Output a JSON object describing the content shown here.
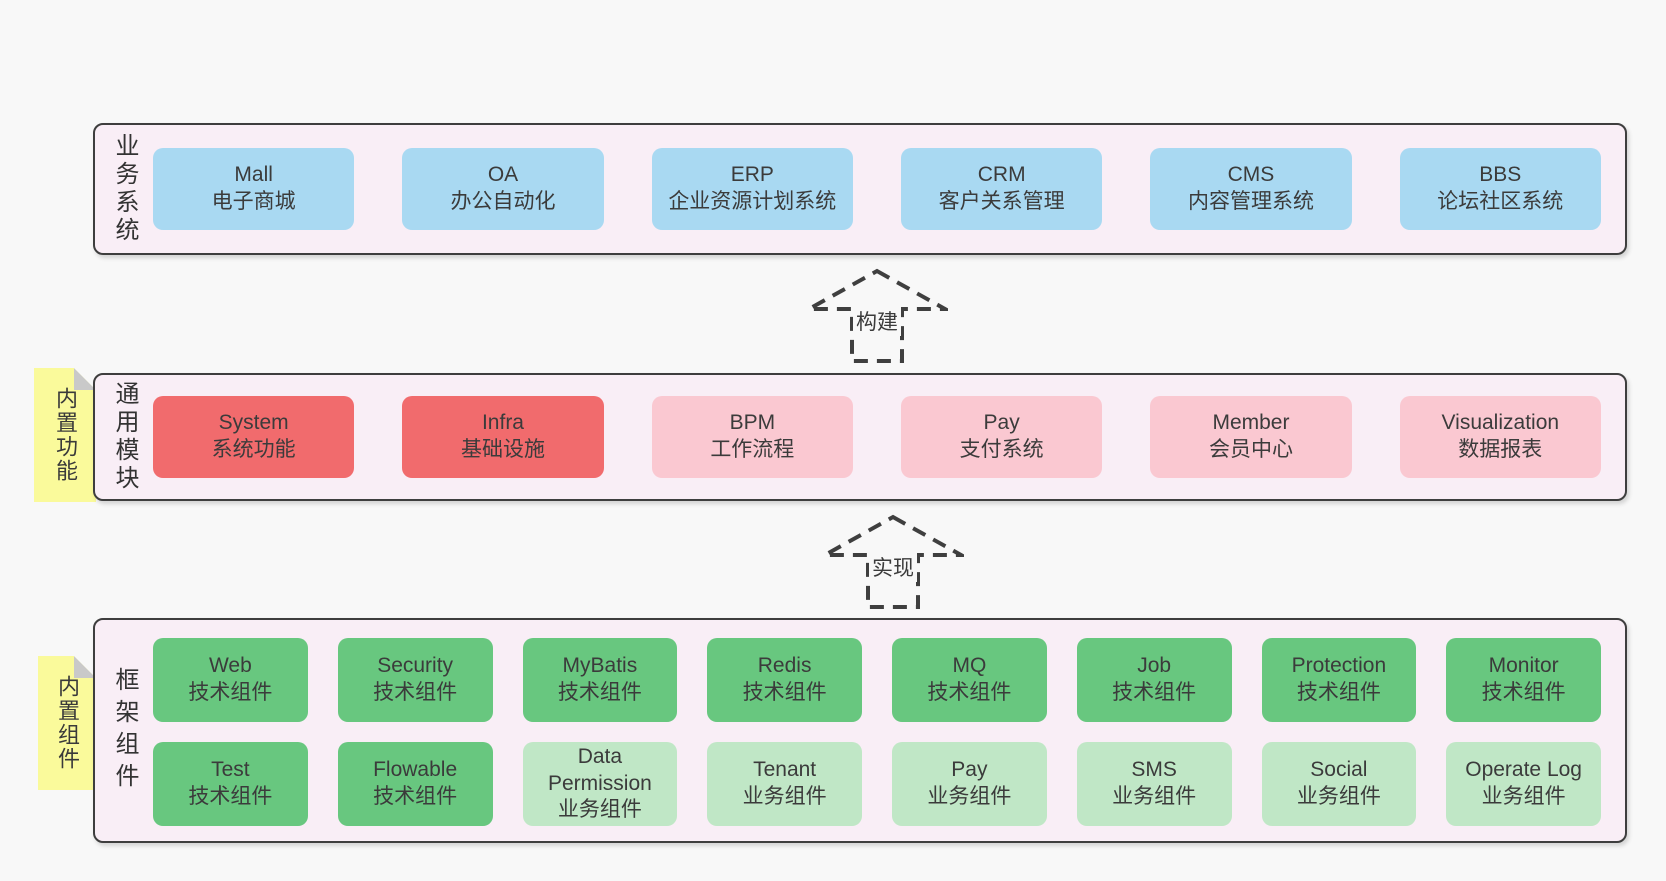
{
  "panels": {
    "business": {
      "label": "业务系统",
      "items": [
        {
          "en": "Mall",
          "zh": "电子商城"
        },
        {
          "en": "OA",
          "zh": "办公自动化"
        },
        {
          "en": "ERP",
          "zh": "企业资源计划系统"
        },
        {
          "en": "CRM",
          "zh": "客户关系管理"
        },
        {
          "en": "CMS",
          "zh": "内容管理系统"
        },
        {
          "en": "BBS",
          "zh": "论坛社区系统"
        }
      ]
    },
    "modules": {
      "label": "通用模块",
      "sticky": "内置功能",
      "items": [
        {
          "en": "System",
          "zh": "系统功能",
          "variant": "red"
        },
        {
          "en": "Infra",
          "zh": "基础设施",
          "variant": "red"
        },
        {
          "en": "BPM",
          "zh": "工作流程",
          "variant": "pink"
        },
        {
          "en": "Pay",
          "zh": "支付系统",
          "variant": "pink"
        },
        {
          "en": "Member",
          "zh": "会员中心",
          "variant": "pink"
        },
        {
          "en": "Visualization",
          "zh": "数据报表",
          "variant": "pink"
        }
      ]
    },
    "components": {
      "label": "框架组件",
      "sticky": "内置组件",
      "row1": [
        {
          "en": "Web",
          "zh": "技术组件",
          "variant": "green"
        },
        {
          "en": "Security",
          "zh": "技术组件",
          "variant": "green"
        },
        {
          "en": "MyBatis",
          "zh": "技术组件",
          "variant": "green"
        },
        {
          "en": "Redis",
          "zh": "技术组件",
          "variant": "green"
        },
        {
          "en": "MQ",
          "zh": "技术组件",
          "variant": "green"
        },
        {
          "en": "Job",
          "zh": "技术组件",
          "variant": "green"
        },
        {
          "en": "Protection",
          "zh": "技术组件",
          "variant": "green"
        },
        {
          "en": "Monitor",
          "zh": "技术组件",
          "variant": "green"
        }
      ],
      "row2": [
        {
          "en": "Test",
          "zh": "技术组件",
          "variant": "green"
        },
        {
          "en": "Flowable",
          "zh": "技术组件",
          "variant": "green"
        },
        {
          "en": "Data Permission",
          "zh": "业务组件",
          "variant": "lightgreen"
        },
        {
          "en": "Tenant",
          "zh": "业务组件",
          "variant": "lightgreen"
        },
        {
          "en": "Pay",
          "zh": "业务组件",
          "variant": "lightgreen"
        },
        {
          "en": "SMS",
          "zh": "业务组件",
          "variant": "lightgreen"
        },
        {
          "en": "Social",
          "zh": "业务组件",
          "variant": "lightgreen"
        },
        {
          "en": "Operate Log",
          "zh": "业务组件",
          "variant": "lightgreen"
        }
      ]
    }
  },
  "arrows": {
    "build": {
      "label": "构建"
    },
    "implement": {
      "label": "实现"
    }
  },
  "colors": {
    "page_bg": "#f8f8f8",
    "panel_bg": "#f9eef6",
    "panel_border": "#3e3e3e",
    "blue": "#a9d9f2",
    "red": "#f16b6d",
    "pink": "#fac8d1",
    "green": "#68c77f",
    "light_green": "#c0e7c6",
    "sticky_yellow": "#fafa9b",
    "sticky_fold": "#c9c9c9",
    "arrow_dash": "#3f3f3f",
    "text": "#3b3b3b"
  }
}
